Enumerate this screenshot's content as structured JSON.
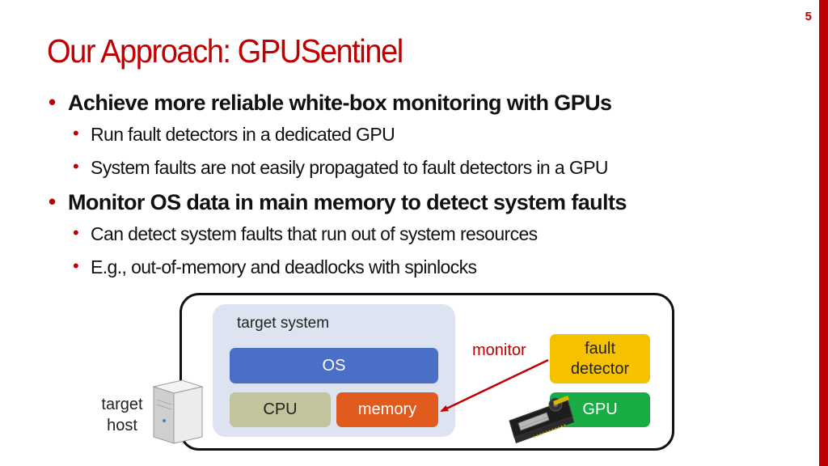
{
  "slide": {
    "page_number": "5",
    "title": "Our Approach: GPUSentinel",
    "accent_color": "#c00000"
  },
  "bullets": [
    {
      "level": 1,
      "text": "Achieve more reliable white-box monitoring with GPUs"
    },
    {
      "level": 2,
      "text": "Run fault detectors in a dedicated GPU"
    },
    {
      "level": 2,
      "text": "System faults are not easily propagated to fault detectors in a GPU"
    },
    {
      "level": 1,
      "text": "Monitor OS data in main memory to detect system faults"
    },
    {
      "level": 2,
      "text": "Can detect system faults that run out of system resources"
    },
    {
      "level": 2,
      "text": "E.g., out-of-memory and deadlocks with spinlocks"
    }
  ],
  "diagram": {
    "target_system_label": "target system",
    "os_label": "OS",
    "cpu_label": "CPU",
    "memory_label": "memory",
    "monitor_label": "monitor",
    "fault_detector_label_line1": "fault",
    "fault_detector_label_line2": "detector",
    "gpu_label": "GPU",
    "target_host_label_line1": "target",
    "target_host_label_line2": "host",
    "icons": [
      "server-tower-icon",
      "gpu-card-icon"
    ],
    "colors": {
      "os": "#4a6fc9",
      "cpu": "#c3c39c",
      "memory": "#e15a1e",
      "fault_detector": "#f6c200",
      "gpu": "#1aac44",
      "target_system_bg": "#dde3f0",
      "arrow": "#c00000"
    }
  }
}
